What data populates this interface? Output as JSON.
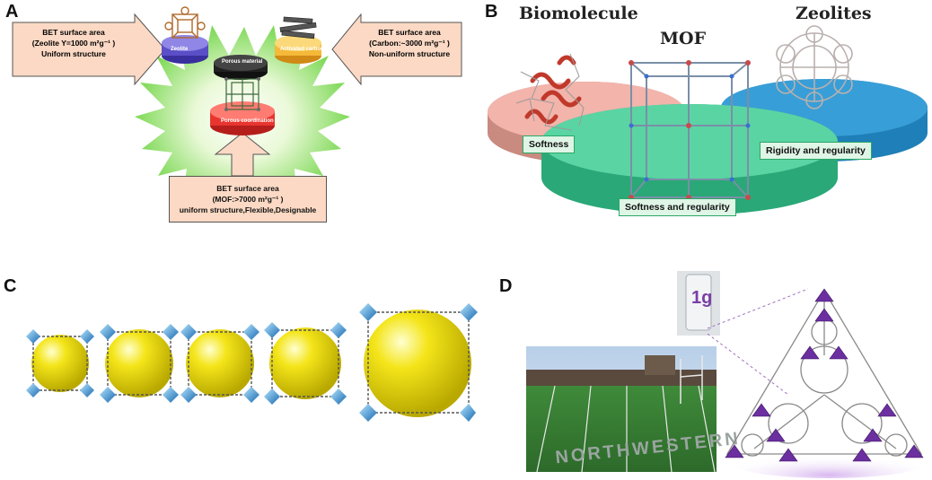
{
  "panels": {
    "a": {
      "letter": "A",
      "callout_left": {
        "title": "BET surface area",
        "line2": "(Zeolite Y=1000 m²g⁻¹ )",
        "line3": "Uniform structure"
      },
      "callout_right": {
        "title": "BET surface area",
        "line2": "(Carbon:~3000 m²g⁻¹ )",
        "line3": "Non-uniform structure"
      },
      "callout_bottom": {
        "title": "BET surface area",
        "line2": "(MOF:>7000 m²g⁻¹ )",
        "line3": "uniform structure,Flexible,Designable"
      },
      "disk_labels": {
        "zeolite": "Zeolite",
        "porous_material": "Porous material",
        "activated_carbon": "Activated carbon",
        "porous_coordination": "Porous coordination"
      }
    },
    "b": {
      "letter": "B",
      "title_biomolecule": "Biomolecule",
      "title_mof": "MOF",
      "title_zeolites": "Zeolites",
      "label_softness": "Softness",
      "label_rigidity": "Rigidity and regularity",
      "label_softness_regularity": "Softness and regularity"
    },
    "c": {
      "letter": "C"
    },
    "d": {
      "letter": "D",
      "vial_label": "1g",
      "stadium_text": "NORTHWESTERN"
    }
  },
  "colors": {
    "callout_fill": "#fbd9c4",
    "starburst": "#7ed957",
    "zeolite_disk": "#5b4fc7",
    "carbon_disk": "#f5b93a",
    "porous_material_disk": "#222222",
    "coordination_disk": "#e8352f",
    "bio_disk": "#f0a8a0",
    "mof_disk": "#3ec98e",
    "zeolite_ring": "#3aa0d8",
    "sphere_yellow": "#f4e51a",
    "node_blue": "#2a8fd6",
    "purple_node": "#6b2fa0"
  }
}
